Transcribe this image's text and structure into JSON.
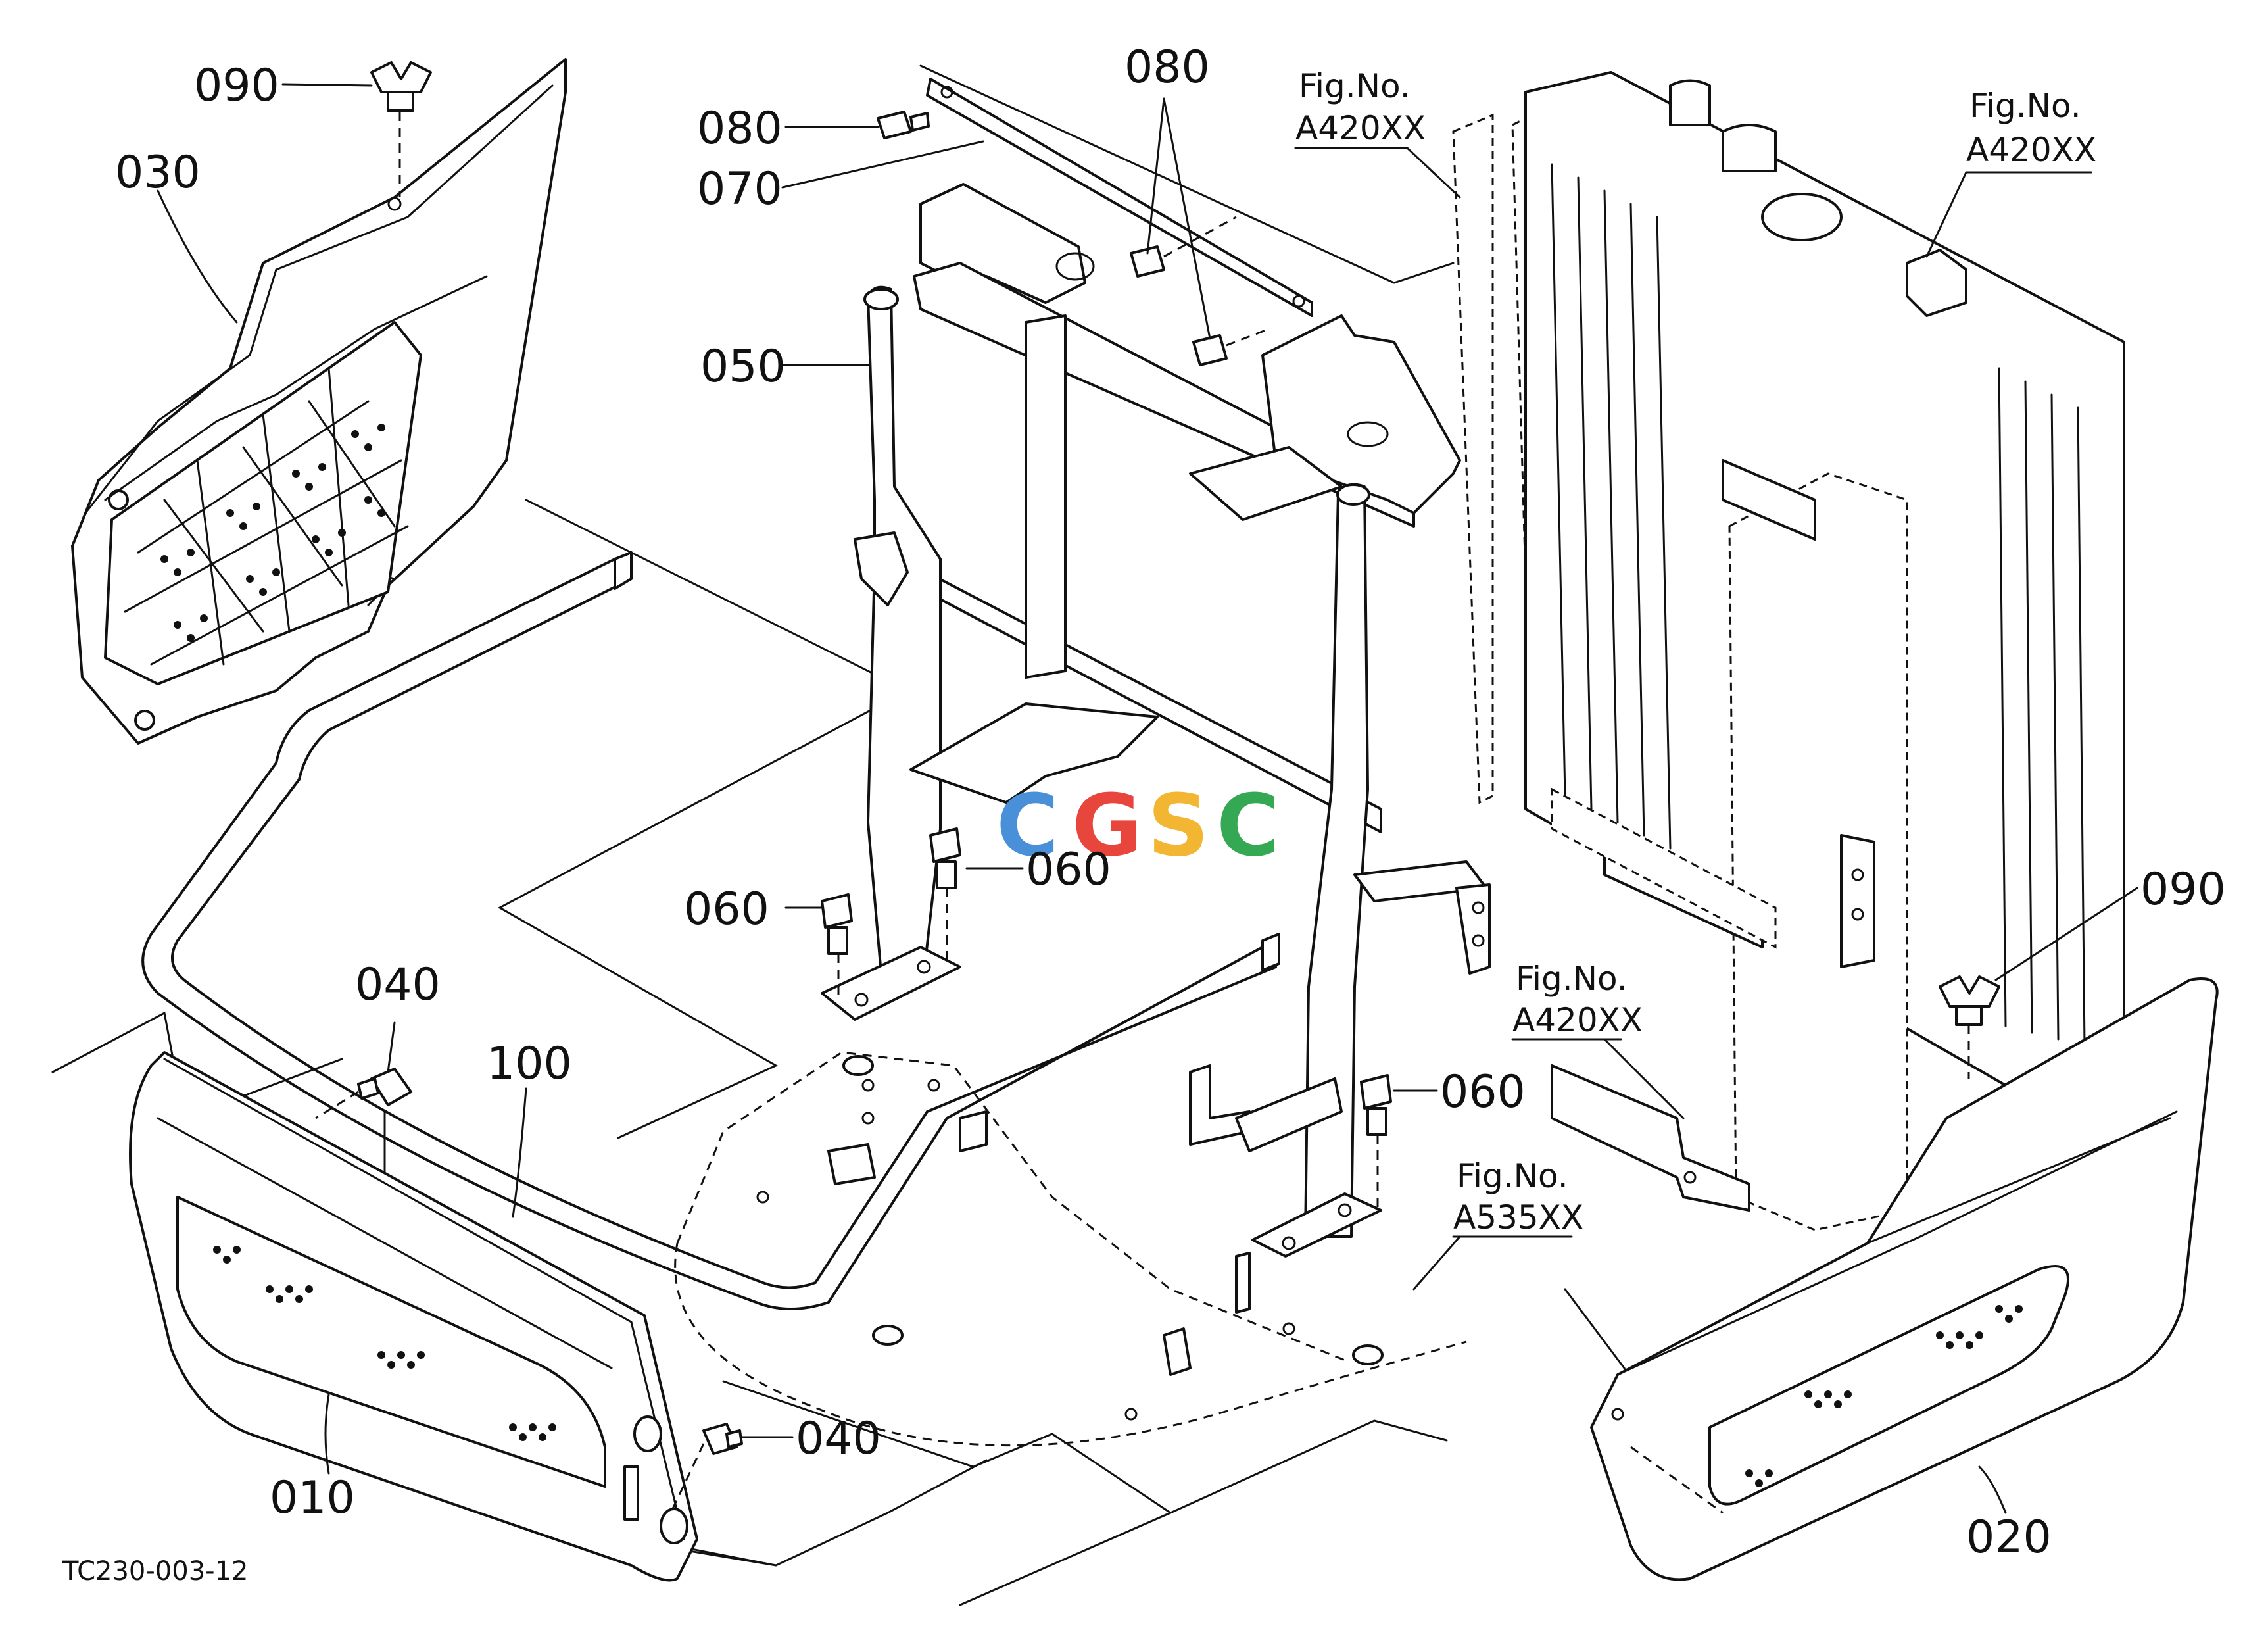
{
  "diagram_code": "TC230-003-12",
  "watermark": {
    "letters": [
      "C",
      "G",
      "S",
      "C"
    ],
    "colors": [
      "#4a90d9",
      "#e8453c",
      "#f2b632",
      "#34a853"
    ]
  },
  "callouts": {
    "c010": "010",
    "c020": "020",
    "c030": "030",
    "c040a": "040",
    "c040b": "040",
    "c050": "050",
    "c060a": "060",
    "c060b": "060",
    "c060c": "060",
    "c070": "070",
    "c080a": "080",
    "c080b": "080",
    "c090a": "090",
    "c090b": "090",
    "c100": "100"
  },
  "fig_refs": {
    "ref1": {
      "label": "Fig.No.",
      "number": "A420XX"
    },
    "ref2": {
      "label": "Fig.No.",
      "number": "A420XX"
    },
    "ref3": {
      "label": "Fig.No.",
      "number": "A420XX"
    },
    "ref4": {
      "label": "Fig.No.",
      "number": "A535XX"
    }
  }
}
